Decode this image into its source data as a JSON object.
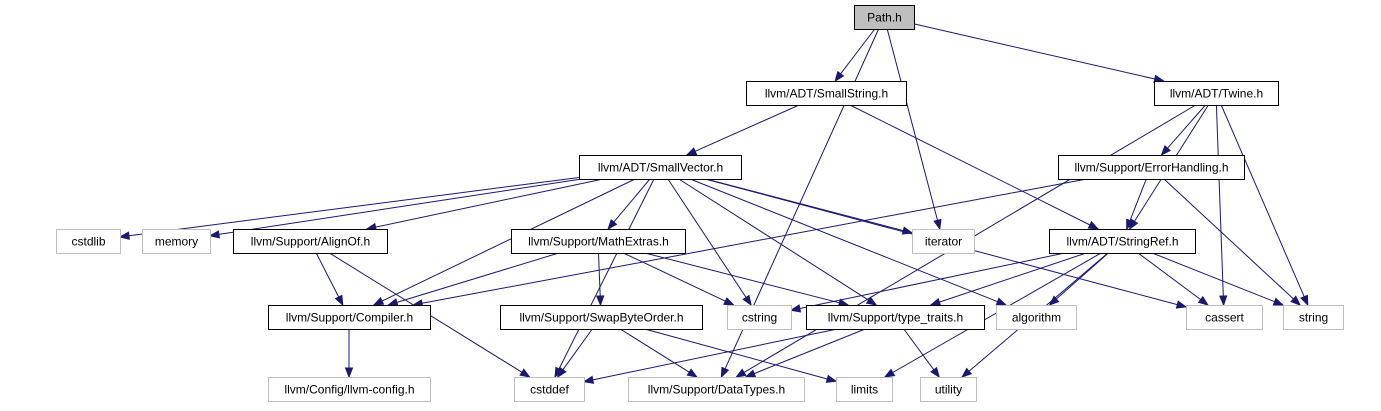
{
  "graph": {
    "edge_color": "#191970",
    "nodes": {
      "path_h": {
        "label": "Path.h",
        "kind": "current"
      },
      "smallstring": {
        "label": "llvm/ADT/SmallString.h",
        "kind": "primary"
      },
      "twine": {
        "label": "llvm/ADT/Twine.h",
        "kind": "primary"
      },
      "iterator": {
        "label": "iterator",
        "kind": "external"
      },
      "smallvector": {
        "label": "llvm/ADT/SmallVector.h",
        "kind": "primary"
      },
      "errorhandling": {
        "label": "llvm/Support/ErrorHandling.h",
        "kind": "primary"
      },
      "cstdlib": {
        "label": "cstdlib",
        "kind": "external"
      },
      "memory": {
        "label": "memory",
        "kind": "external"
      },
      "alignof": {
        "label": "llvm/Support/AlignOf.h",
        "kind": "primary"
      },
      "mathextras": {
        "label": "llvm/Support/MathExtras.h",
        "kind": "primary"
      },
      "stringref": {
        "label": "llvm/ADT/StringRef.h",
        "kind": "primary"
      },
      "compiler": {
        "label": "llvm/Support/Compiler.h",
        "kind": "primary"
      },
      "swapbyteorder": {
        "label": "llvm/Support/SwapByteOrder.h",
        "kind": "primary"
      },
      "cstring": {
        "label": "cstring",
        "kind": "external"
      },
      "typetraits": {
        "label": "llvm/Support/type_traits.h",
        "kind": "primary"
      },
      "algorithm": {
        "label": "algorithm",
        "kind": "external"
      },
      "cassert": {
        "label": "cassert",
        "kind": "external"
      },
      "string": {
        "label": "string",
        "kind": "external"
      },
      "llvmconfig": {
        "label": "llvm/Config/llvm-config.h",
        "kind": "external"
      },
      "cstddef": {
        "label": "cstddef",
        "kind": "external"
      },
      "datatypes": {
        "label": "llvm/Support/DataTypes.h",
        "kind": "external"
      },
      "limits": {
        "label": "limits",
        "kind": "external"
      },
      "utility": {
        "label": "utility",
        "kind": "external"
      }
    },
    "edges": [
      [
        "path_h",
        "smallstring"
      ],
      [
        "path_h",
        "twine"
      ],
      [
        "path_h",
        "iterator"
      ],
      [
        "path_h",
        "datatypes"
      ],
      [
        "smallstring",
        "smallvector"
      ],
      [
        "smallstring",
        "stringref"
      ],
      [
        "twine",
        "errorhandling"
      ],
      [
        "twine",
        "stringref"
      ],
      [
        "twine",
        "cassert"
      ],
      [
        "twine",
        "string"
      ],
      [
        "twine",
        "datatypes"
      ],
      [
        "smallvector",
        "cstdlib"
      ],
      [
        "smallvector",
        "memory"
      ],
      [
        "smallvector",
        "alignof"
      ],
      [
        "smallvector",
        "mathextras"
      ],
      [
        "smallvector",
        "compiler"
      ],
      [
        "smallvector",
        "cstring"
      ],
      [
        "smallvector",
        "typetraits"
      ],
      [
        "smallvector",
        "algorithm"
      ],
      [
        "smallvector",
        "iterator"
      ],
      [
        "smallvector",
        "cassert"
      ],
      [
        "smallvector",
        "cstddef"
      ],
      [
        "errorhandling",
        "stringref"
      ],
      [
        "errorhandling",
        "compiler"
      ],
      [
        "errorhandling",
        "string"
      ],
      [
        "alignof",
        "compiler"
      ],
      [
        "alignof",
        "cstddef"
      ],
      [
        "mathextras",
        "compiler"
      ],
      [
        "mathextras",
        "swapbyteorder"
      ],
      [
        "mathextras",
        "cstring"
      ],
      [
        "mathextras",
        "typetraits"
      ],
      [
        "stringref",
        "cstring"
      ],
      [
        "stringref",
        "typetraits"
      ],
      [
        "stringref",
        "algorithm"
      ],
      [
        "stringref",
        "cassert"
      ],
      [
        "stringref",
        "string"
      ],
      [
        "stringref",
        "limits"
      ],
      [
        "stringref",
        "utility"
      ],
      [
        "compiler",
        "llvmconfig"
      ],
      [
        "swapbyteorder",
        "cstddef"
      ],
      [
        "swapbyteorder",
        "datatypes"
      ],
      [
        "swapbyteorder",
        "limits"
      ],
      [
        "typetraits",
        "cstddef"
      ],
      [
        "typetraits",
        "datatypes"
      ],
      [
        "typetraits",
        "utility"
      ]
    ]
  }
}
